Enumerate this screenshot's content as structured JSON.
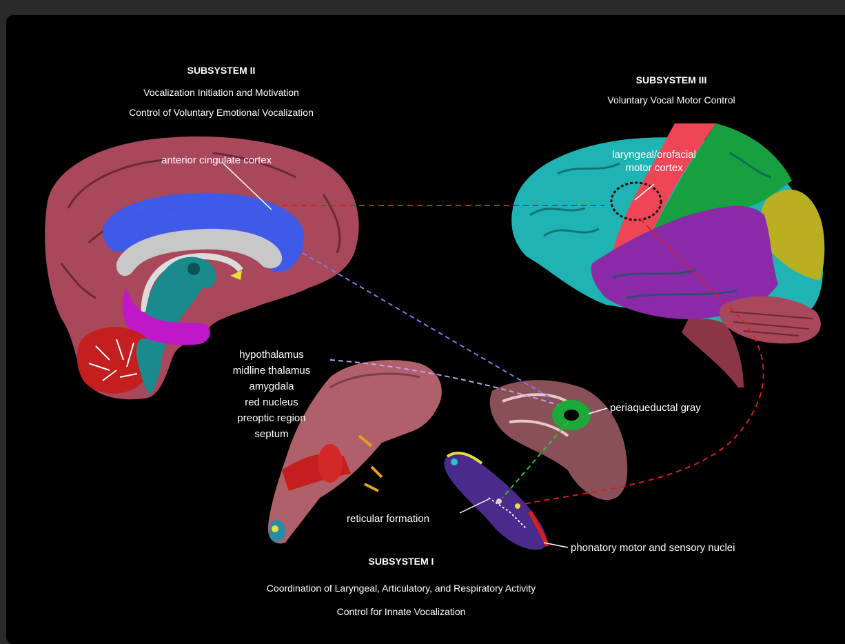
{
  "subsystem2": {
    "title": "SUBSYSTEM II",
    "line1": "Vocalization Initiation and Motivation",
    "line2": "Control of Voluntary Emotional Vocalization"
  },
  "subsystem3": {
    "title": "SUBSYSTEM III",
    "line1": "Voluntary Vocal Motor Control"
  },
  "subsystem1": {
    "title": "SUBSYSTEM I",
    "line1": "Coordination of Laryngeal, Articulatory, and Respiratory Activity",
    "line2": "Control for Innate Vocalization"
  },
  "labels": {
    "acc": "anterior cingulate cortex",
    "motor_line1": "laryngeal/orofacial",
    "motor_line2": "motor cortex",
    "pag": "periaqueductal gray",
    "rf": "reticular formation",
    "nuclei": "phonatory motor and sensory nuclei",
    "limbic": [
      "hypothalamus",
      "midline thalamus",
      "amygdala",
      "red nucleus",
      "preoptic region",
      "septum"
    ]
  },
  "colors": {
    "brain_medial": "#a8485a",
    "cingulate": "#3a5cf0",
    "frontal": "#1fb3b3",
    "motor_strip": "#ee4656",
    "parietal": "#16a040",
    "temporal": "#8a2aa8",
    "occipital": "#b8b020",
    "pag": "#1ca83a",
    "red_path": "#d81e1e",
    "blue_path": "#7a7cf0",
    "lavender_path": "#c8a0f0",
    "green_path": "#28c828"
  }
}
